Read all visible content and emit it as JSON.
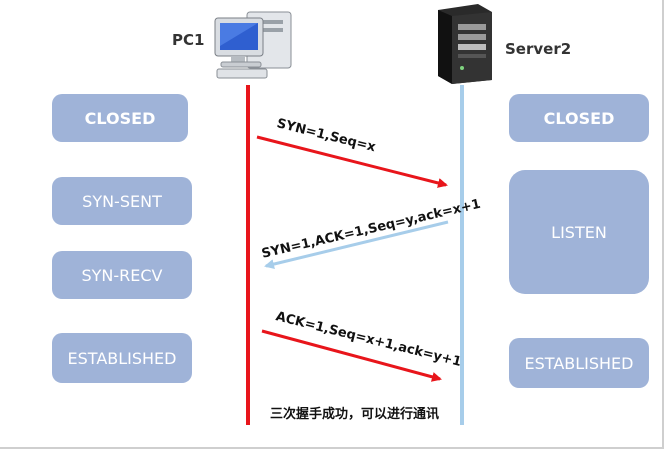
{
  "nodes": {
    "client": {
      "label": "PC1"
    },
    "server": {
      "label": "Server2"
    }
  },
  "client_states": [
    "CLOSED",
    "SYN-SENT",
    "SYN-RECV",
    "ESTABLISHED"
  ],
  "server_states": [
    "CLOSED",
    "LISTEN",
    "ESTABLISHED"
  ],
  "messages": [
    {
      "text": "SYN=1,Seq=x",
      "direction": "client-to-server"
    },
    {
      "text": "SYN=1,ACK=1,Seq=y,ack=x+1",
      "direction": "server-to-client"
    },
    {
      "text": "ACK=1,Seq=x+1,ack=y+1",
      "direction": "client-to-server"
    }
  ],
  "caption": "三次握手成功，可以进行通讯",
  "colors": {
    "client_line": "#e8151b",
    "server_line": "#a7cdea",
    "state_box": "#9fb3d8",
    "red_arrow": "#e8151b",
    "blue_arrow": "#a7cdea"
  },
  "icons": {
    "client": "desktop-computer-icon",
    "server": "server-tower-icon"
  }
}
